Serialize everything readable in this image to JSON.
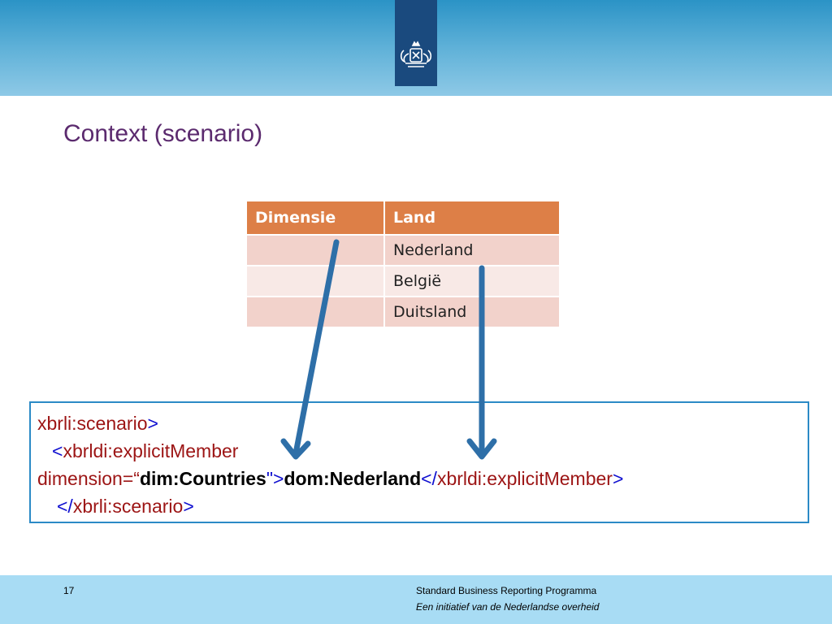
{
  "slide": {
    "title": "Context (scenario)",
    "page_number": "17"
  },
  "table": {
    "headers": [
      "Dimensie",
      "Land"
    ],
    "rows": [
      [
        "",
        "Nederland"
      ],
      [
        "",
        "België"
      ],
      [
        "",
        "Duitsland"
      ]
    ]
  },
  "code": {
    "line1_tag": "xbrli:scenario",
    "line1_gt": ">",
    "line2_lt": "<",
    "line2_tag": "xbrldi:explicitMember",
    "line3_attr": "dimension=“",
    "line3_value": "dim:Countries",
    "line3_close": "\">",
    "line3_member": "dom:Nederland",
    "line3_end_lt": "</",
    "line3_end_tag": "xbrldi:explicitMember",
    "line3_end_gt": ">",
    "line4_lt": "</",
    "line4_tag": "xbrli:scenario",
    "line4_gt": ">"
  },
  "footer": {
    "line1": "Standard Business Reporting Programma",
    "line2": "Een initiatief van de Nederlandse overheid"
  },
  "colors": {
    "header_band": "#2b93c6",
    "logo_box": "#1a4a7e",
    "title": "#5b2a6e",
    "table_header": "#dd7f47",
    "code_border": "#2b8ac6",
    "arrow": "#2e6fa8",
    "footer_band": "#a8dcf4"
  },
  "icons": {
    "logo": "royal-coat-of-arms-icon"
  }
}
